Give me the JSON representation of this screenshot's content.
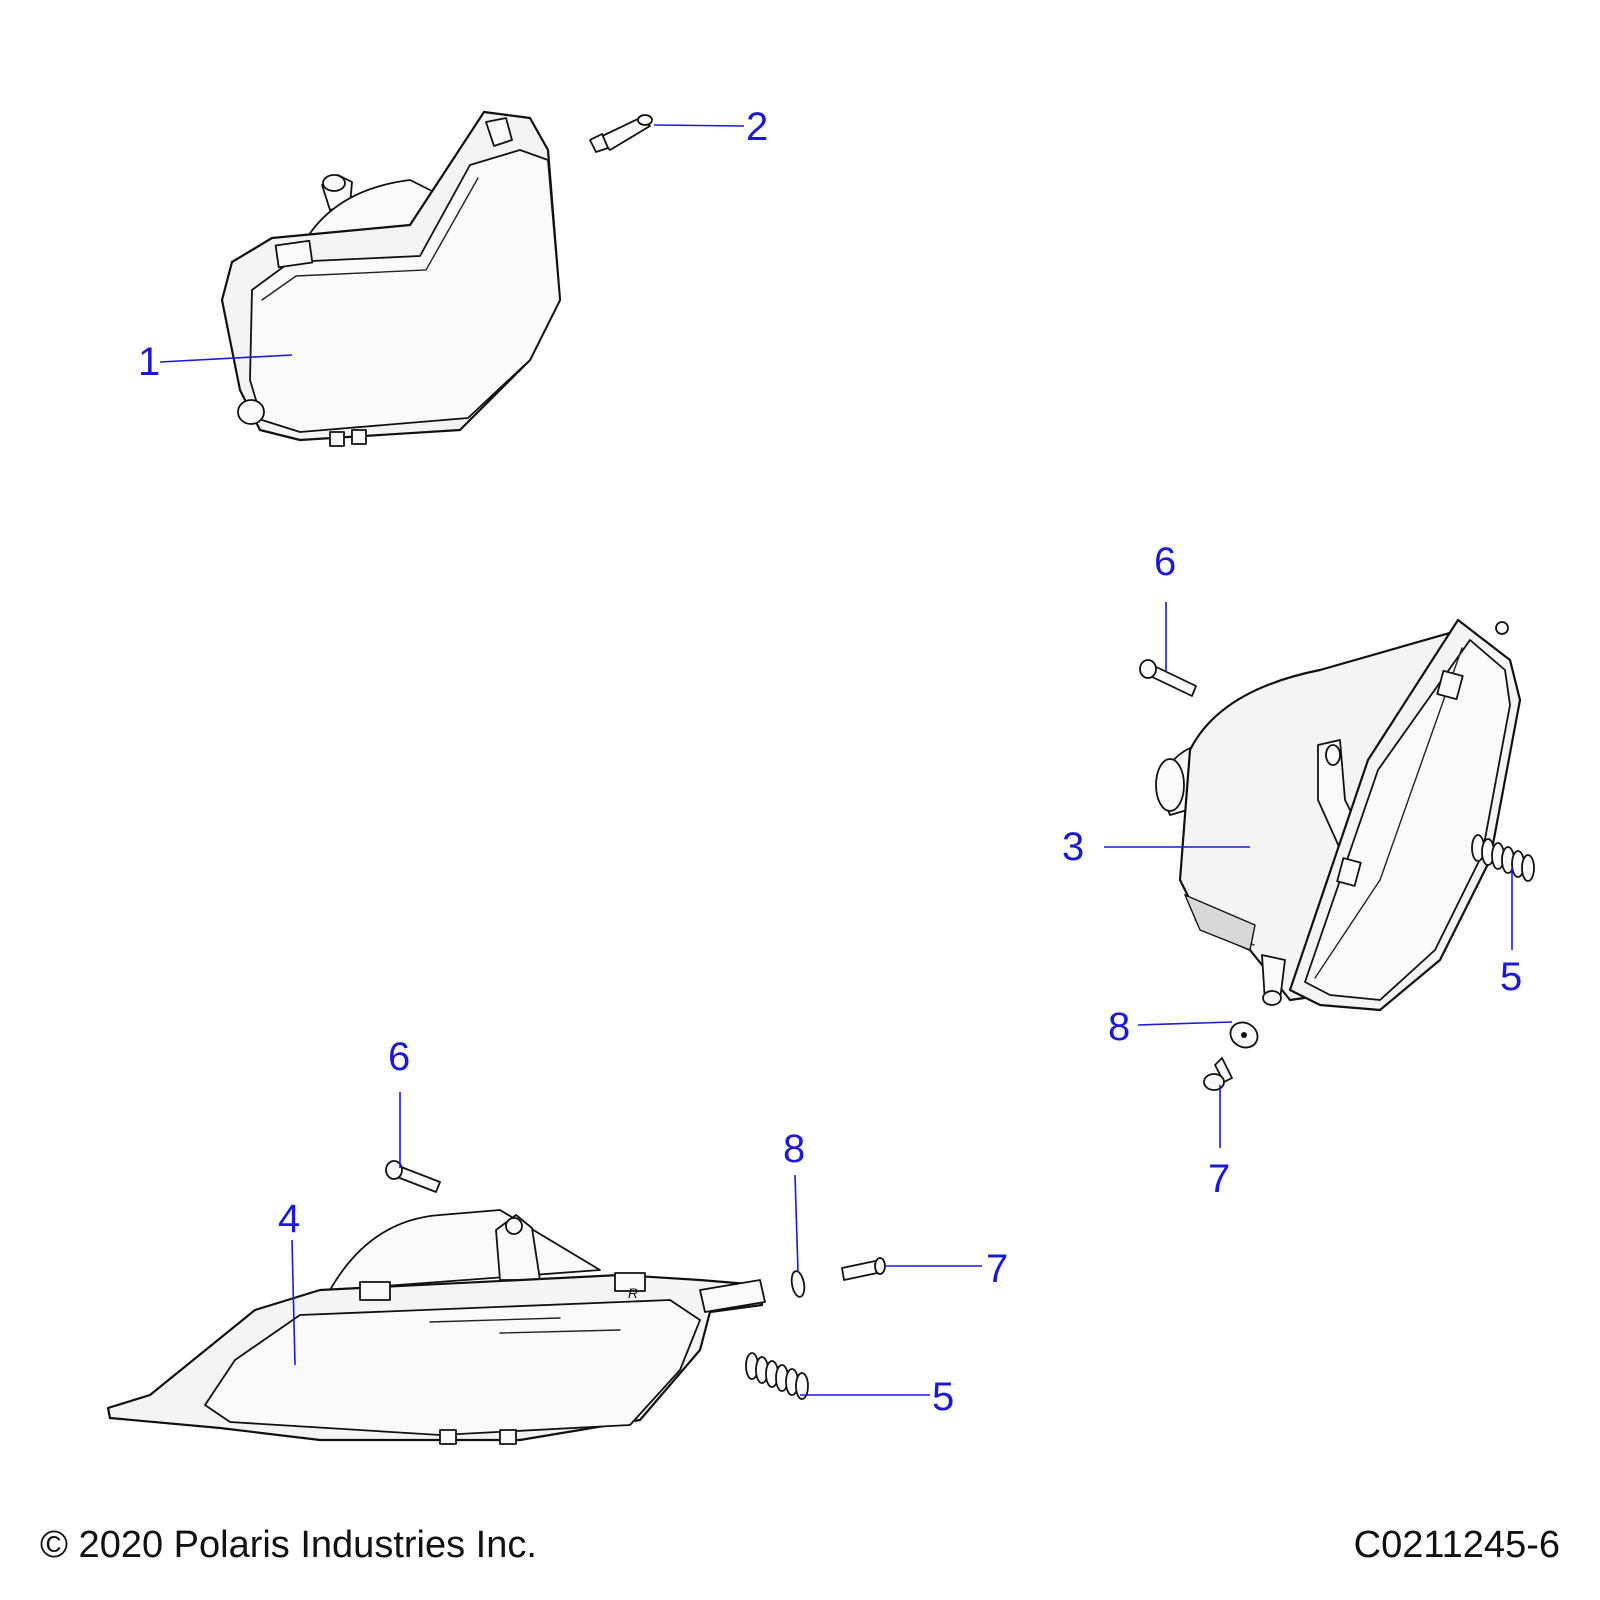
{
  "callouts": [
    {
      "id": "c1",
      "label": "1"
    },
    {
      "id": "c2",
      "label": "2"
    },
    {
      "id": "c3",
      "label": "3"
    },
    {
      "id": "c4",
      "label": "4"
    },
    {
      "id": "c5a",
      "label": "5"
    },
    {
      "id": "c5b",
      "label": "5"
    },
    {
      "id": "c6a",
      "label": "6"
    },
    {
      "id": "c6b",
      "label": "6"
    },
    {
      "id": "c7a",
      "label": "7"
    },
    {
      "id": "c7b",
      "label": "7"
    },
    {
      "id": "c8a",
      "label": "8"
    },
    {
      "id": "c8b",
      "label": "8"
    }
  ],
  "footer": {
    "copyright": "© 2020 Polaris Industries Inc.",
    "code": "C0211245-6"
  },
  "colors": {
    "callout": "#1a1ad6",
    "line": "#111111"
  }
}
